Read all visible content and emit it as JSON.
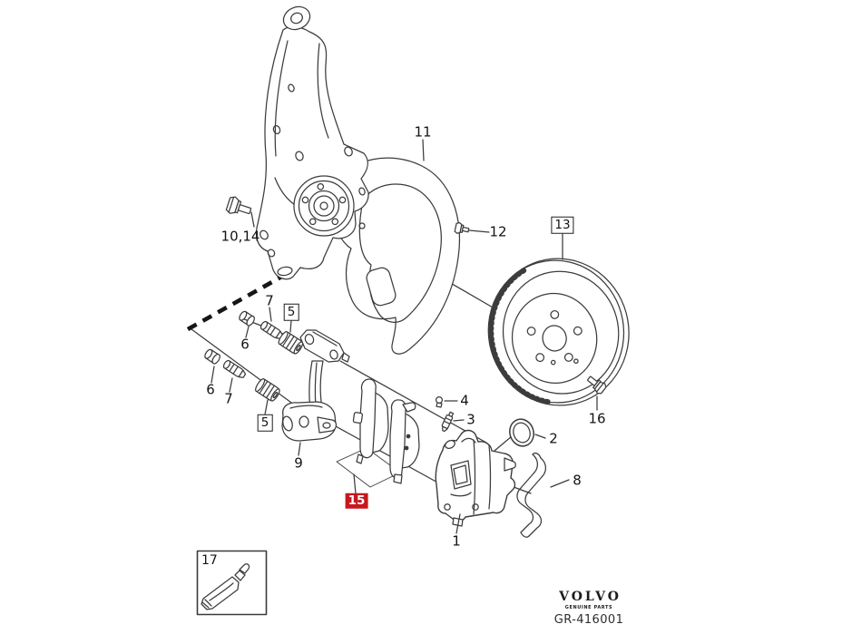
{
  "callouts": {
    "hub_bolt": "10,14",
    "splash_shield": "11",
    "shield_bolt": "12",
    "brake_disc": "13",
    "disc_set_screw": "16",
    "guide_pin_upper": "7",
    "cap_upper": "6",
    "boot_upper": "5",
    "cap_lower": "6",
    "guide_pin_lower": "7",
    "boot_lower": "5",
    "carrier_bracket": "9",
    "brake_pad_kit": "15",
    "bleeder_cap": "4",
    "bleeder_screw": "3",
    "seal_ring": "2",
    "retaining_spring": "8",
    "brake_caliper": "1",
    "grease_tube": "17"
  },
  "branding": {
    "brand": "VOLVO",
    "tagline": "GENUINE PARTS",
    "drawing_number": "GR-416001"
  },
  "colors": {
    "line": "#3c3c3c",
    "highlight_red": "#c8171e",
    "label_text": "#141414"
  }
}
